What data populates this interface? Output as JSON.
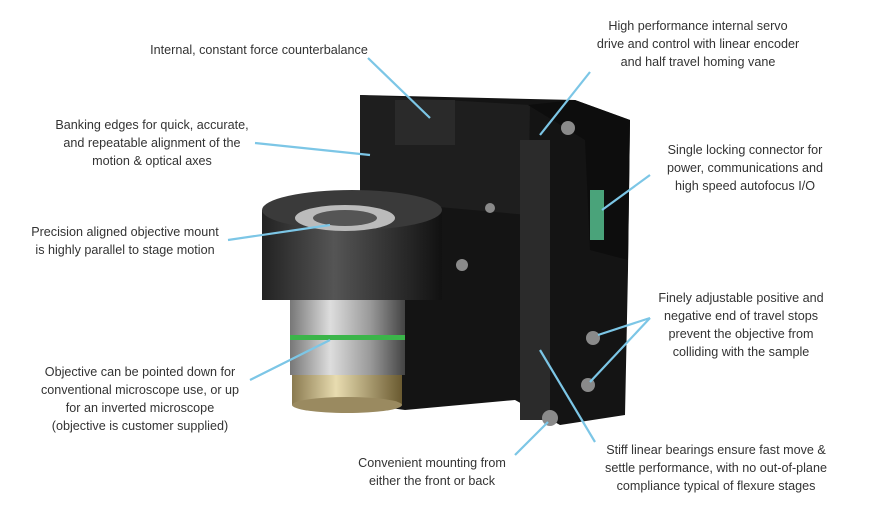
{
  "colors": {
    "leader_line": "#7cc6e6",
    "text": "#333333",
    "device_body": "#141414"
  },
  "callouts": {
    "counterbalance": [
      "Internal, constant force counterbalance"
    ],
    "servo": [
      "High performance internal servo",
      "drive and control with linear encoder",
      "and half travel homing vane"
    ],
    "banking": [
      "Banking edges for quick, accurate,",
      "and repeatable alignment of the",
      "motion & optical axes"
    ],
    "connector": [
      "Single locking connector for",
      "power, communications and",
      "high speed autofocus I/O"
    ],
    "mount": [
      "Precision aligned objective mount",
      "is highly parallel to stage motion"
    ],
    "stops": [
      "Finely adjustable positive and",
      "negative end of travel stops",
      "prevent the objective from",
      "colliding with the sample"
    ],
    "objective": [
      "Objective can be pointed down for",
      "conventional microscope use, or up",
      "for an inverted microscope",
      "(objective is customer supplied)"
    ],
    "mounting": [
      "Convenient mounting from",
      "either the front or back"
    ],
    "bearings": [
      "Stiff linear bearings ensure fast move &",
      "settle performance, with no out-of-plane",
      "compliance typical of flexure stages"
    ]
  }
}
